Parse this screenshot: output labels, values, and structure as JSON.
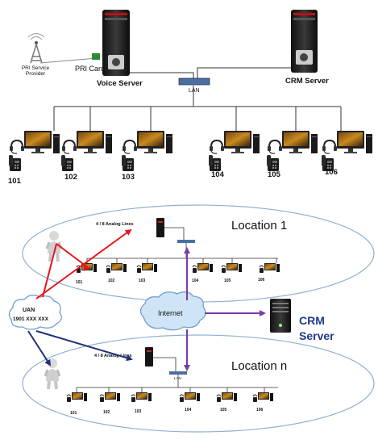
{
  "top": {
    "pri_provider": "PRI Service Provider",
    "pri_card": "PRI Card",
    "voice_server": "Voice Server",
    "crm_server": "CRM Server",
    "lan": "LAN",
    "stations": [
      "101",
      "102",
      "103",
      "104",
      "105",
      "106"
    ]
  },
  "bottom": {
    "location_1": "Location  1",
    "location_n": "Location  n",
    "analog_lines": "4 / 8 Analog Lines",
    "lan": "LAN",
    "uan_line1": "UAN",
    "uan_line2": "1901 XXX XXX",
    "internet": "Internet",
    "crm_server_line1": "CRM",
    "crm_server_line2": "Server",
    "stations": [
      "101",
      "102",
      "103",
      "104",
      "105",
      "106"
    ]
  },
  "colors": {
    "red_link": "#e8141b",
    "blue_link": "#1f2f7a",
    "purple_link": "#7a3aa8",
    "crm_label": "#1f3a8a",
    "cloud": "#cfe4f6"
  },
  "icons": [
    "tower-icon",
    "server-icon",
    "switch-icon",
    "desktop-icon",
    "headset-icon",
    "phone-icon",
    "person-icon",
    "cloud-icon"
  ]
}
